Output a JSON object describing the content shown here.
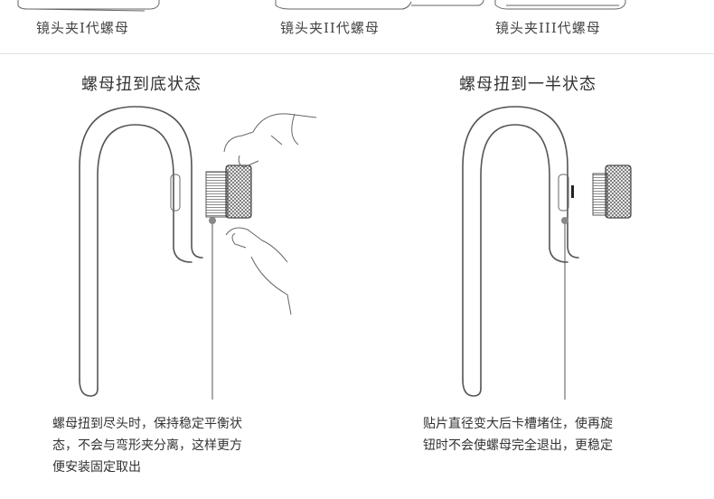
{
  "top_labels": [
    "镜头夹I代螺母",
    "镜头夹II代螺母",
    "镜头夹III代螺母"
  ],
  "left_panel": {
    "title": "螺母扭到底状态",
    "caption_lines": [
      "螺母扭到尽头时，保持稳定平衡状",
      "态，不会与弯形夹分离，这样更方",
      "便安装固定取出"
    ]
  },
  "right_panel": {
    "title": "螺母扭到一半状态",
    "caption_lines": [
      "贴片直径变大后卡槽堵住，使再旋",
      "钮时不会使螺母完全退出，更稳定"
    ]
  }
}
